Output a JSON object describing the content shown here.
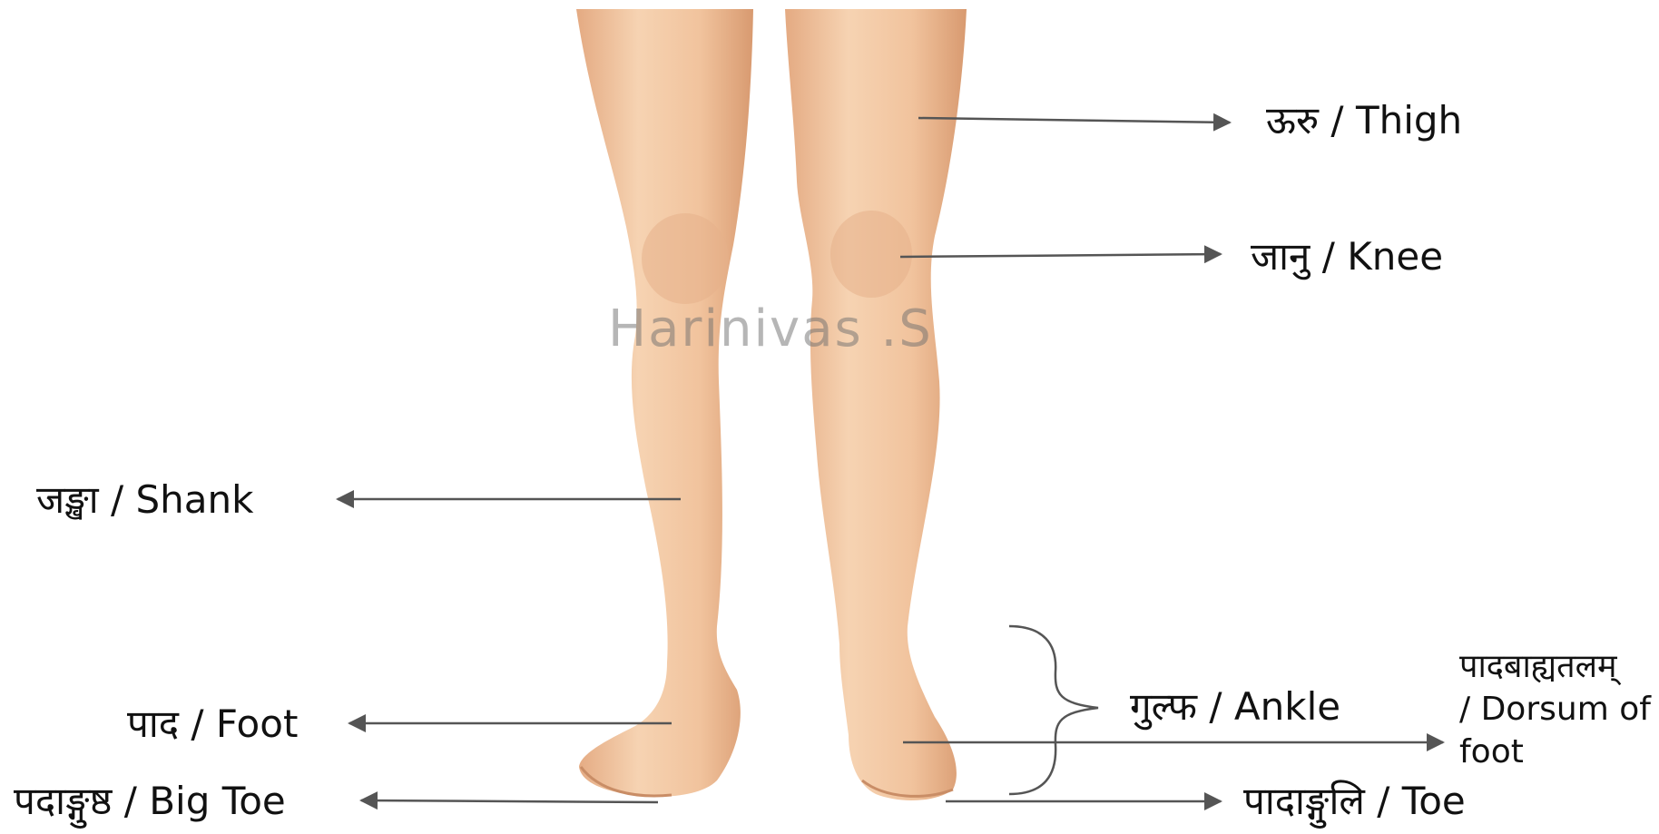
{
  "diagram": {
    "watermark": "Harinivas .S",
    "labels": {
      "thigh": "ऊरु / Thigh",
      "knee": "जानु / Knee",
      "shank": "जङ्खा / Shank",
      "ankle": "गुल्फ / Ankle",
      "dorsum_line1": "पादबाह्यतलम्",
      "dorsum_line2": "/ Dorsum of",
      "dorsum_line3": "foot",
      "foot": "पाद / Foot",
      "big_toe": "पदाङ्गुष्ठ / Big Toe",
      "toe": "पादाङ्गुलि / Toe"
    },
    "colors": {
      "background": "#ffffff",
      "skin": "#f2c7a1",
      "skin_shadow": "#d9a27a",
      "pointer": "#555555",
      "text": "#111111"
    }
  }
}
